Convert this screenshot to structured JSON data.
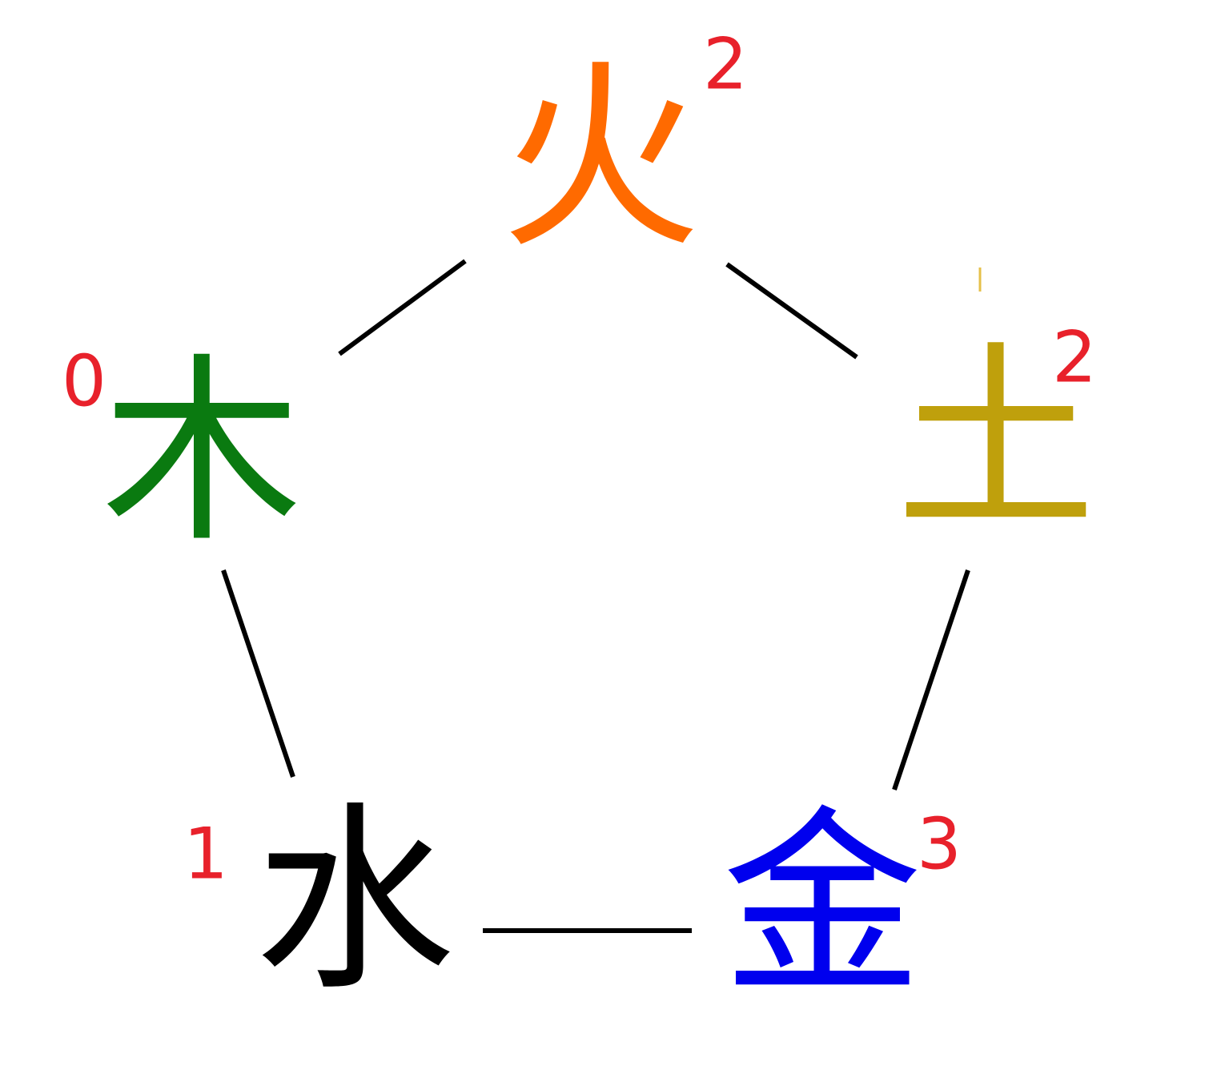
{
  "colors": {
    "edge": "#000000",
    "count": "#e8212b",
    "tick": "#e6c04a"
  },
  "nodes": [
    {
      "id": "fire",
      "glyph": "火",
      "count": "2",
      "color": "#ff6a00"
    },
    {
      "id": "earth",
      "glyph": "土",
      "count": "2",
      "color": "#bfa00c"
    },
    {
      "id": "metal",
      "glyph": "金",
      "count": "3",
      "color": "#0000ee"
    },
    {
      "id": "water",
      "glyph": "水",
      "count": "1",
      "color": "#000000"
    },
    {
      "id": "wood",
      "glyph": "木",
      "count": "0",
      "color": "#0a7a10"
    }
  ],
  "edges": [
    [
      "fire",
      "earth"
    ],
    [
      "earth",
      "metal"
    ],
    [
      "metal",
      "water"
    ],
    [
      "water",
      "wood"
    ],
    [
      "wood",
      "fire"
    ]
  ]
}
